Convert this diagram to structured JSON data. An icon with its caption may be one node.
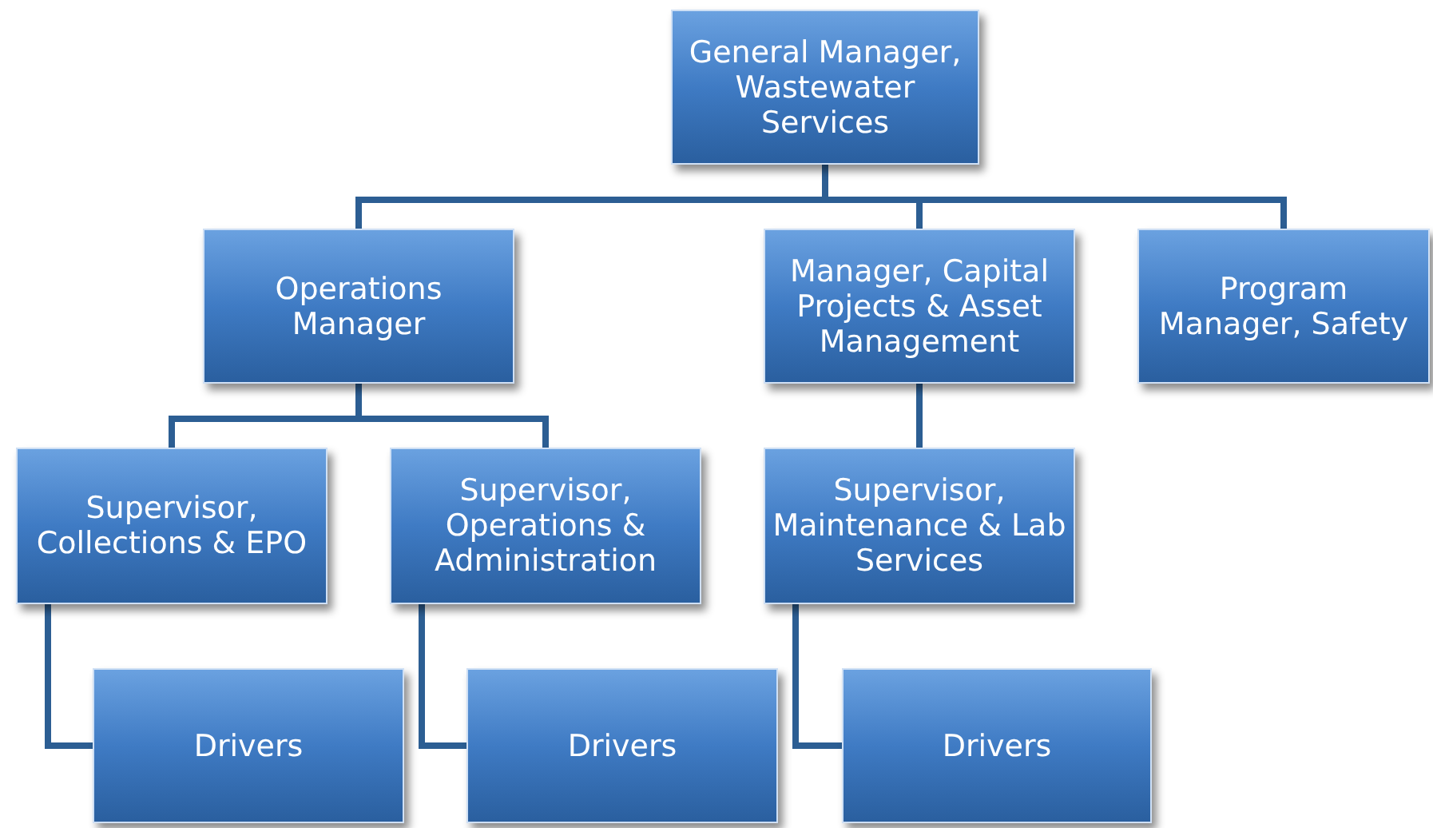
{
  "diagram": {
    "nodes": [
      {
        "text": [
          "General Manager, Wastewater Services"
        ]
      },
      {
        "text": [
          "Operations Manager"
        ]
      },
      {
        "text": [
          "Manager, Capital Projects & Asset Management"
        ]
      },
      {
        "text": [
          "Program Manager, Safety"
        ]
      },
      {
        "text": [
          "Supervisor, Collections & EPO"
        ]
      },
      {
        "text": [
          "Supervisor, Operations & Administration"
        ]
      },
      {
        "text": [
          "Supervisor, Maintenance & Lab Services"
        ]
      },
      {
        "text": [
          "Drivers"
        ]
      },
      {
        "text": [
          "Drivers"
        ]
      },
      {
        "text": [
          "Drivers"
        ]
      }
    ],
    "edges": [
      {
        "from": 0,
        "to": 1,
        "arrow": "none"
      },
      {
        "from": 0,
        "to": 2,
        "arrow": "none"
      },
      {
        "from": 0,
        "to": 3,
        "arrow": "none"
      },
      {
        "from": 1,
        "to": 4,
        "arrow": "none"
      },
      {
        "from": 1,
        "to": 5,
        "arrow": "none"
      },
      {
        "from": 2,
        "to": 6,
        "arrow": "none"
      },
      {
        "from": 4,
        "to": 7,
        "arrow": "none"
      },
      {
        "from": 5,
        "to": 8,
        "arrow": "none"
      },
      {
        "from": 6,
        "to": 9,
        "arrow": "none"
      }
    ]
  }
}
